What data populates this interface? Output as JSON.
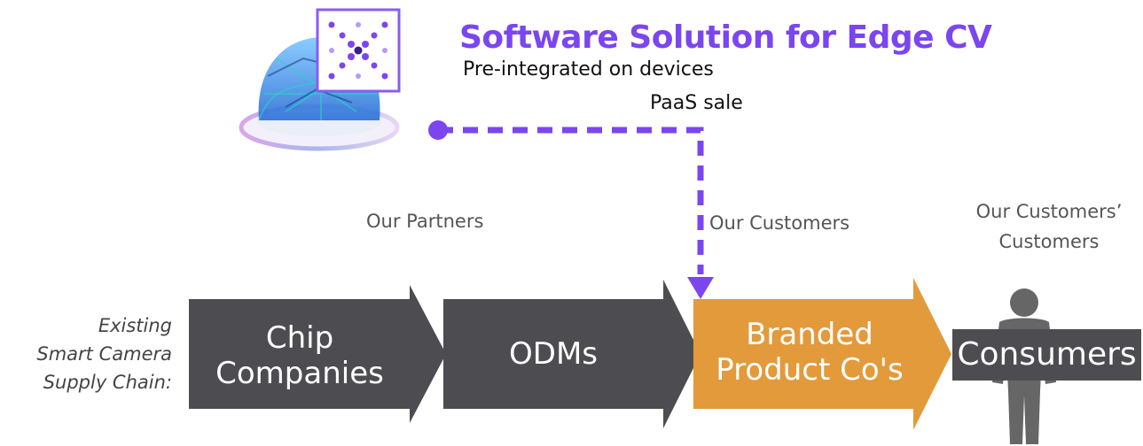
{
  "header": {
    "title": "Software Solution for Edge CV",
    "line1": "Pre-integrated on devices",
    "line2": "PaaS sale"
  },
  "labels": {
    "partners": "Our Partners",
    "customers": "Our Customers",
    "customers_customers_line1": "Our Customers’",
    "customers_customers_line2": "Customers"
  },
  "chain_label": {
    "line1": "Existing",
    "line2": "Smart Camera",
    "line3": "Supply Chain:"
  },
  "chain": [
    {
      "line1": "Chip",
      "line2": "Companies"
    },
    {
      "line1": "ODMs"
    },
    {
      "line1": "Branded",
      "line2": "Product Co's"
    },
    {
      "line1": "Consumers"
    }
  ],
  "colors": {
    "accent": "#7b45f0",
    "arrow_dark": "#4d4d51",
    "arrow_highlight": "#e39a3b",
    "label_gray": "#555555"
  },
  "icons": [
    "logo-icon",
    "brain-dome-icon",
    "person-silhouette-icon"
  ]
}
